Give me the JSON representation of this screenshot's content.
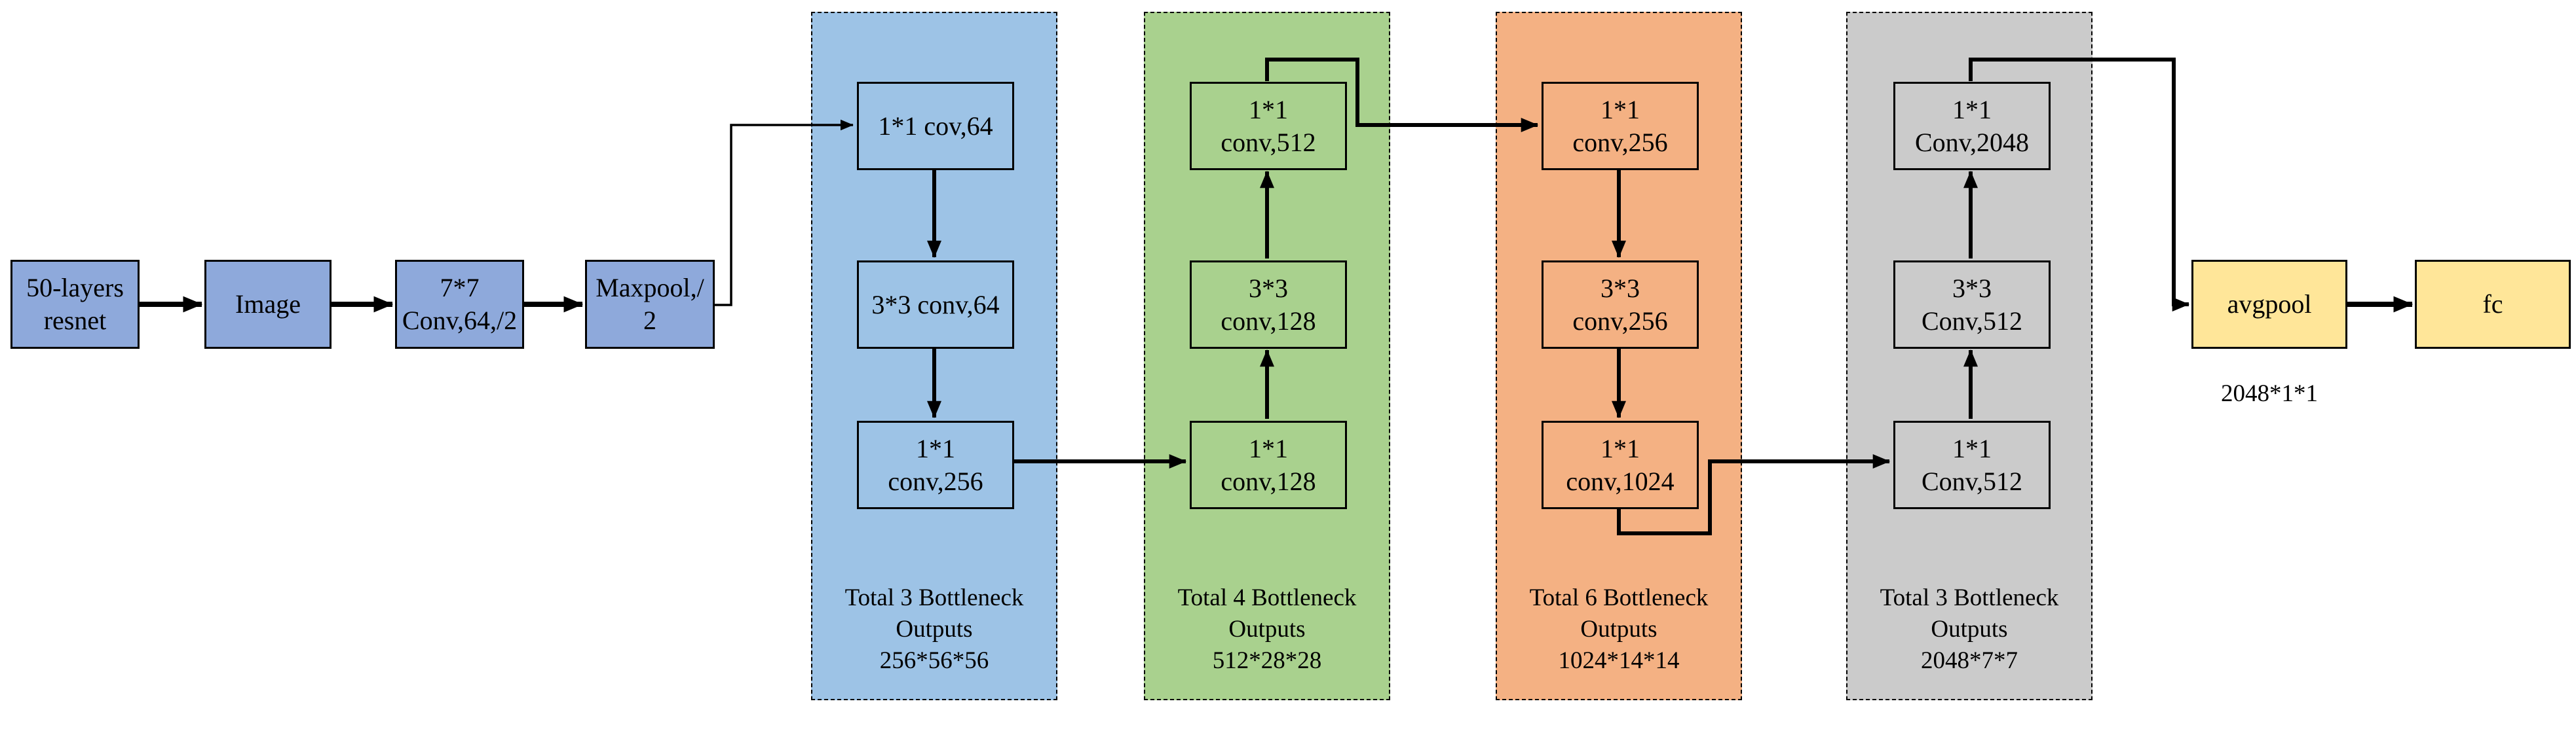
{
  "diagram": {
    "pipeline": [
      {
        "id": "resnet",
        "label": "50-layers\nresnet"
      },
      {
        "id": "image",
        "label": "Image"
      },
      {
        "id": "conv7",
        "label": "7*7\nConv,64,/2"
      },
      {
        "id": "maxpool",
        "label": "Maxpool,/\n2"
      }
    ],
    "stages": [
      {
        "name": "stage-1",
        "fill": "#9DC3E6",
        "flow": "down",
        "boxes": [
          {
            "label": "1*1 cov,64"
          },
          {
            "label": "3*3 conv,64"
          },
          {
            "label": "1*1\nconv,256"
          }
        ],
        "caption": "Total 3 Bottleneck\nOutputs\n256*56*56"
      },
      {
        "name": "stage-2",
        "fill": "#A9D18E",
        "flow": "up",
        "boxes": [
          {
            "label": "1*1\nconv,512"
          },
          {
            "label": "3*3\nconv,128"
          },
          {
            "label": "1*1\nconv,128"
          }
        ],
        "caption": "Total 4 Bottleneck\nOutputs\n512*28*28"
      },
      {
        "name": "stage-3",
        "fill": "#F4B183",
        "flow": "down",
        "boxes": [
          {
            "label": "1*1\nconv,256"
          },
          {
            "label": "3*3\nconv,256"
          },
          {
            "label": "1*1\nconv,1024"
          }
        ],
        "caption": "Total 6 Bottleneck\nOutputs\n1024*14*14"
      },
      {
        "name": "stage-4",
        "fill": "#CBCBCB",
        "flow": "up",
        "boxes": [
          {
            "label": "1*1\nConv,2048"
          },
          {
            "label": "3*3\nConv,512"
          },
          {
            "label": "1*1\nConv,512"
          }
        ],
        "caption": "Total 3 Bottleneck\nOutputs\n2048*7*7"
      }
    ],
    "tail": {
      "avgpool": {
        "label": "avgpool",
        "note": "2048*1*1"
      },
      "fc": {
        "label": "fc"
      }
    },
    "colors": {
      "pipeline_fill": "#8EA9DB",
      "tail_fill": "#FFE699",
      "line": "#000000",
      "background": "#FFFFFF"
    }
  }
}
